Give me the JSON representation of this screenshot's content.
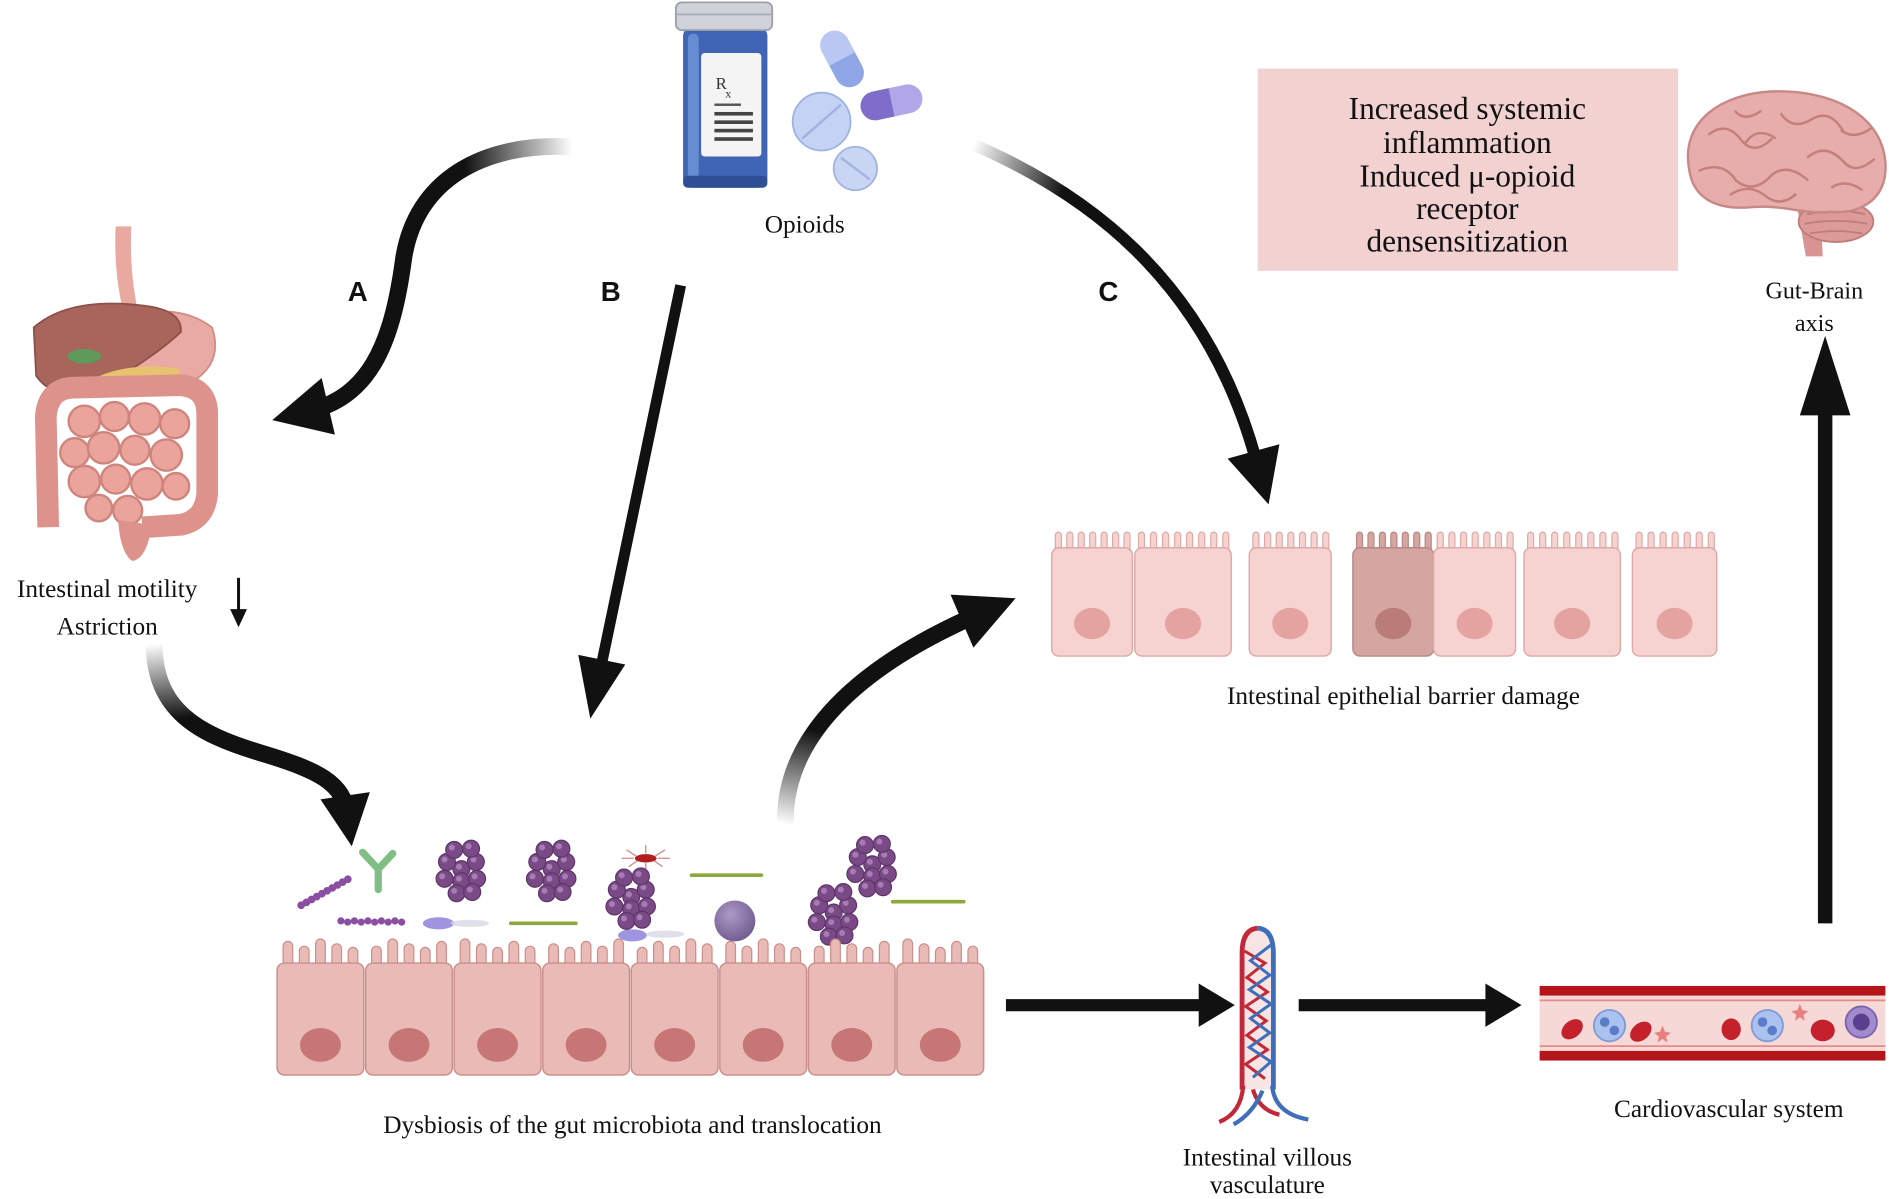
{
  "opioids": {
    "label": "Opioids",
    "rx_r": "R",
    "rx_x": "x"
  },
  "pathway_labels": {
    "a": "A",
    "b": "B",
    "c": "C"
  },
  "inflammation_box": {
    "lines": [
      "Increased systemic",
      "inflammation",
      "Induced μ-opioid",
      "receptor",
      "densensitization"
    ]
  },
  "gut_brain": {
    "lines": [
      "Gut-Brain",
      "axis"
    ]
  },
  "motility": {
    "lines": [
      "Intestinal motility",
      "Astriction"
    ]
  },
  "epithelial_damage": {
    "label": "Intestinal epithelial barrier damage"
  },
  "dysbiosis": {
    "label": "Dysbiosis of the gut microbiota and translocation"
  },
  "villus": {
    "lines": [
      "Intestinal villous",
      "vasculature"
    ]
  },
  "cardiovascular": {
    "label": "Cardiovascular system"
  },
  "icons": [
    "pill-bottle-icon",
    "pills-icon",
    "digestive-system-icon",
    "brain-icon",
    "epithelial-cells-icon",
    "gut-microbiota-icon",
    "villus-vasculature-icon",
    "blood-vessel-icon",
    "decrease-arrow-icon"
  ],
  "colors": {
    "arrow": "#111111",
    "box_fill": "#f2d1d1",
    "epithelium_top": "#f6d3d1",
    "epithelium_top_damaged": "#d4a5a1",
    "epithelium_bottom": "#e9bab6",
    "nucleus_top": "#e4a2a0",
    "nucleus_bottom": "#c57675",
    "bacteria_purple": "#7a4a86",
    "blood_vessel_wall": "#b3151b",
    "red_blood_cell": "#c5212c"
  }
}
